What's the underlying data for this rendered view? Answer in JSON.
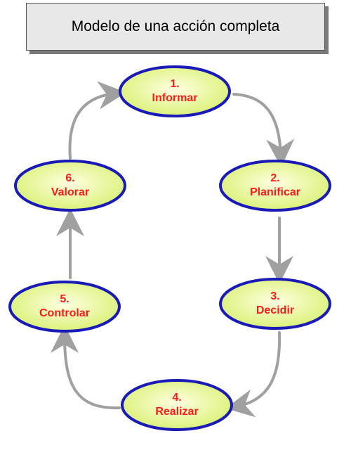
{
  "title": "Modelo de una acción completa",
  "colors": {
    "node_fill_center": "#ffffe0",
    "node_fill_edge": "#d8f070",
    "node_border": "#1a1ab8",
    "node_text": "#ff1a1a",
    "arrow": "#a0a0a0"
  },
  "steps": [
    {
      "number": "1.",
      "label": "Informar"
    },
    {
      "number": "2.",
      "label": "Planificar"
    },
    {
      "number": "3.",
      "label": "Decidir"
    },
    {
      "number": "4.",
      "label": "Realizar"
    },
    {
      "number": "5.",
      "label": "Controlar"
    },
    {
      "number": "6.",
      "label": "Valorar"
    }
  ]
}
